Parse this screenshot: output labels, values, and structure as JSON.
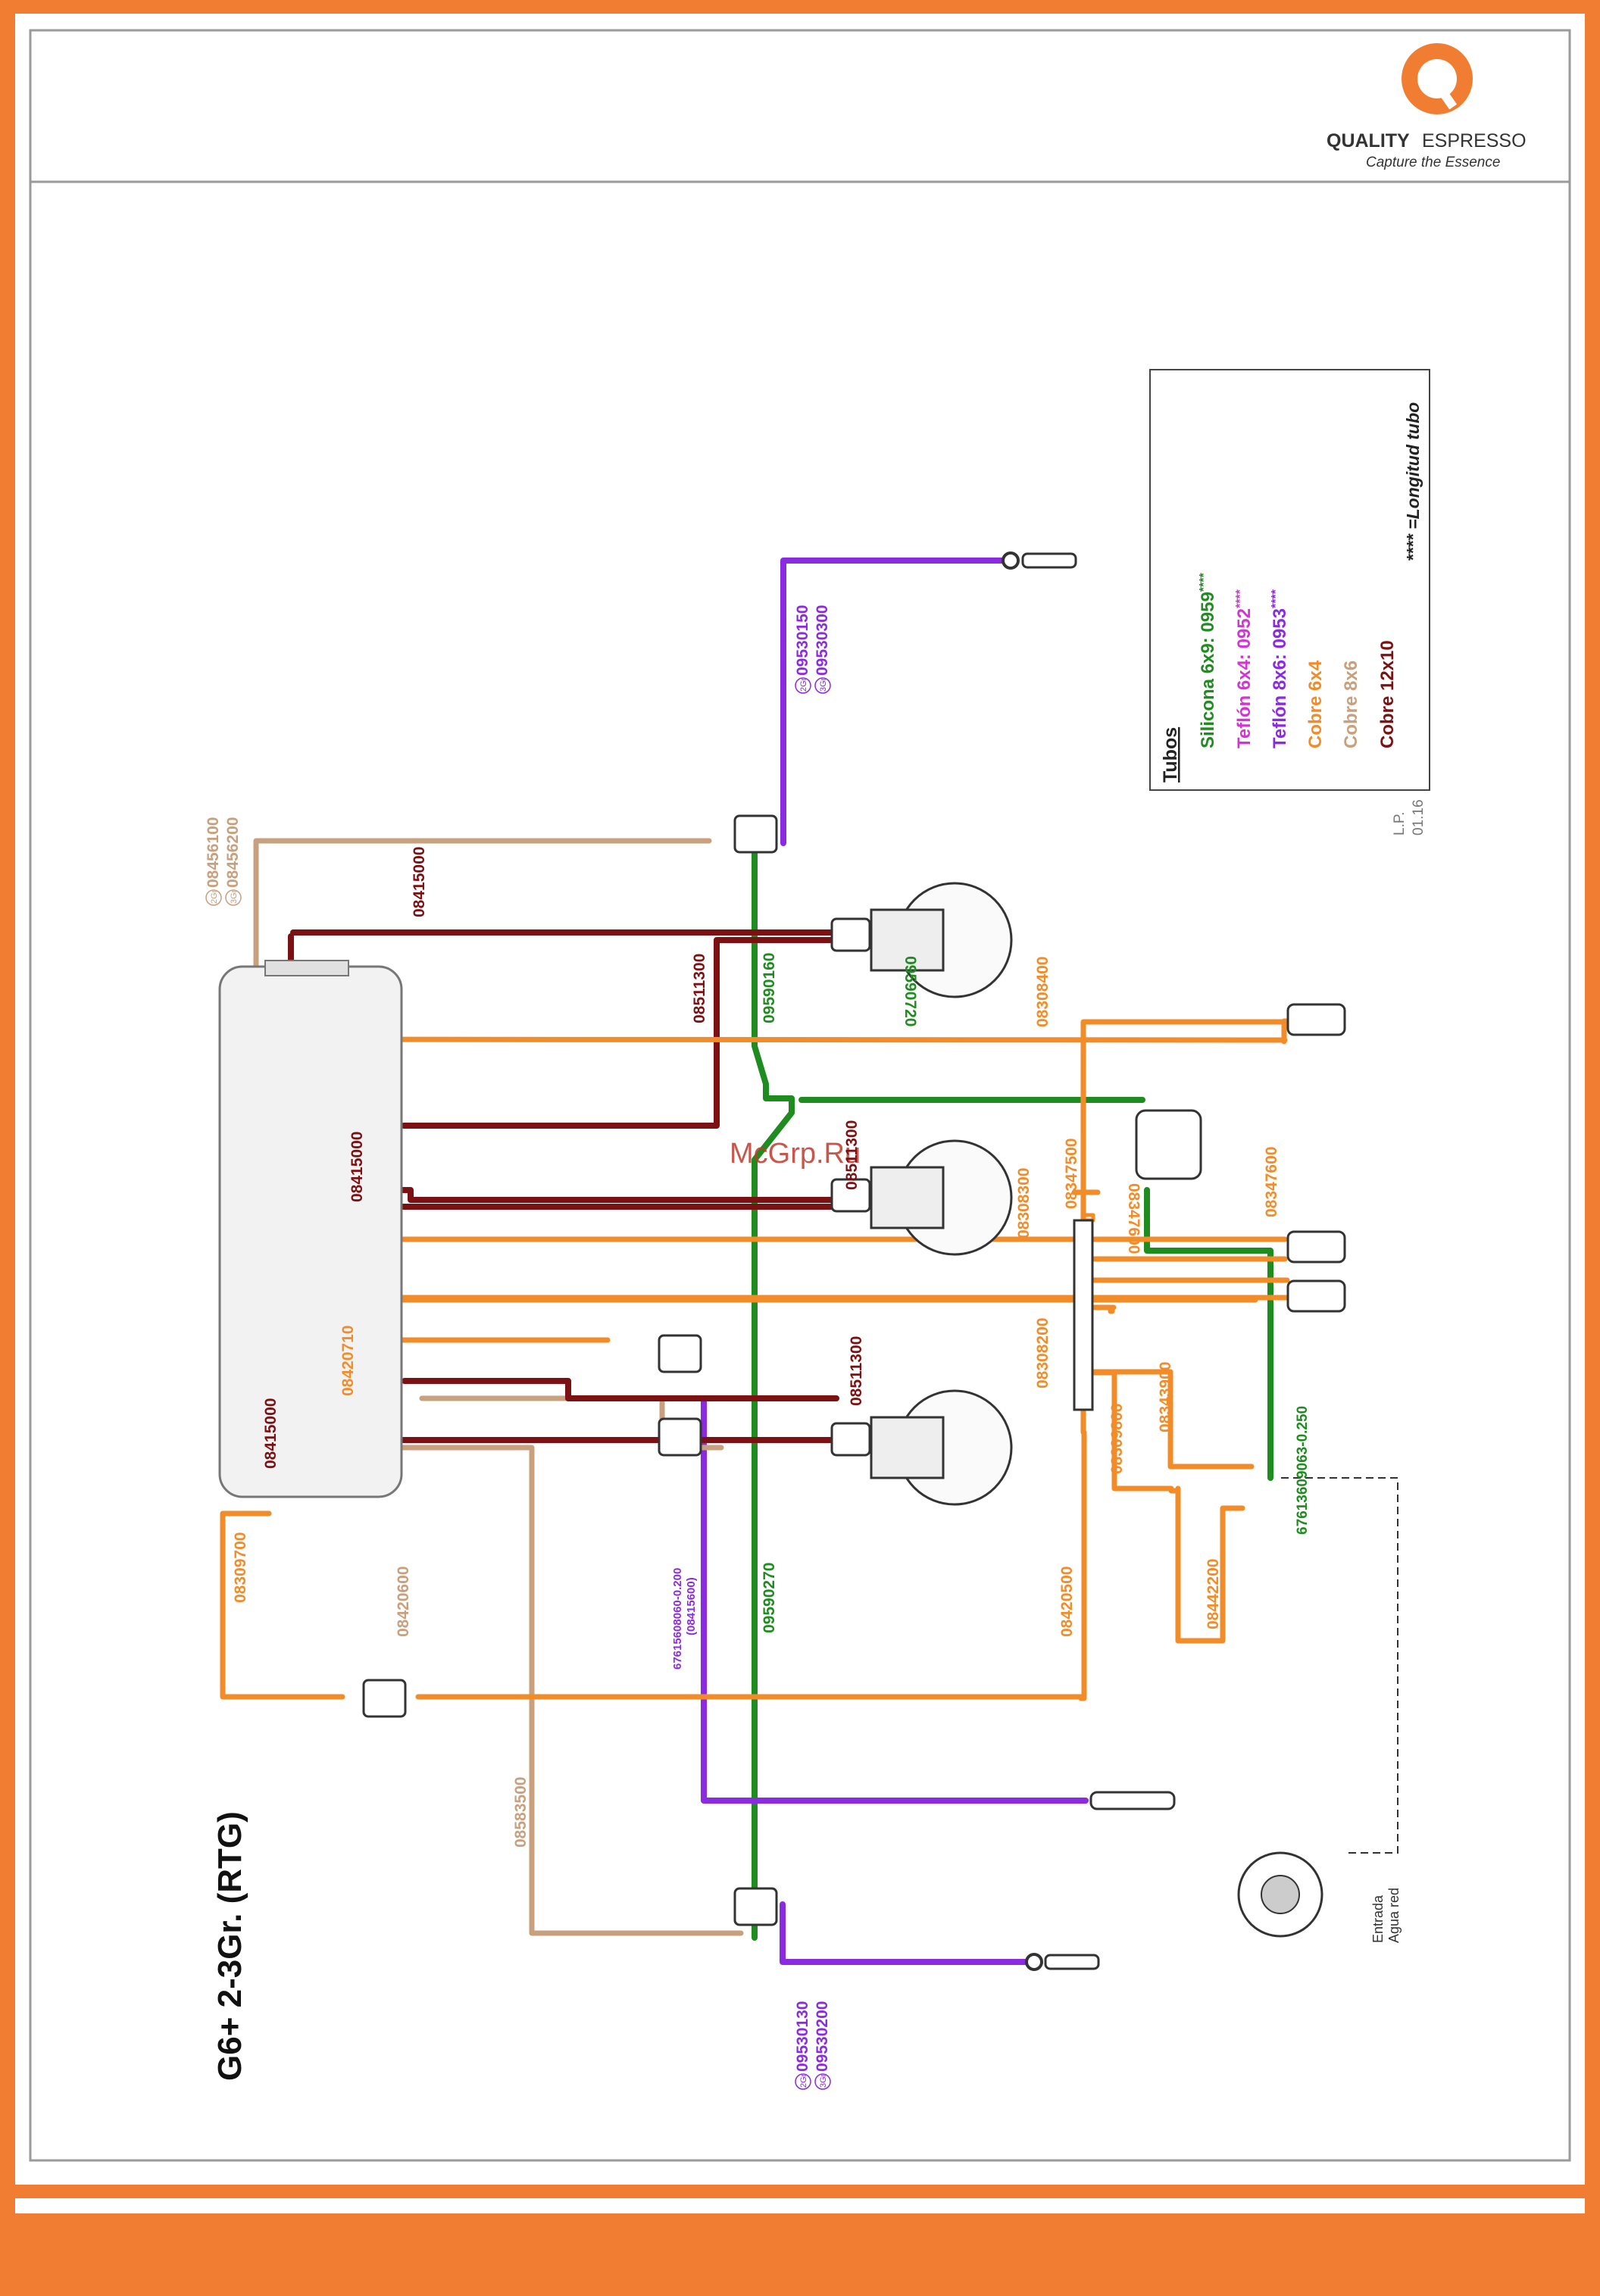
{
  "header": {
    "brand_name": "QUALITY",
    "brand_name_2": "ESPRESSO",
    "tagline": "Capture the Essence"
  },
  "title": "G6+ 2-3Gr. (RTG)",
  "watermark": "McGrp.Ru",
  "legend": {
    "heading": "Tubos",
    "items": [
      {
        "text": "Silicona 6x9: 0959",
        "suffix": "****",
        "color": "#1e8c1e"
      },
      {
        "text": "Teflón 6x4: 0952",
        "suffix": "****",
        "color": "#d633d6"
      },
      {
        "text": "Teflón 8x6: 0953",
        "suffix": "****",
        "color": "#8a2be2"
      },
      {
        "text": "Cobre 6x4",
        "suffix": "",
        "color": "#f28c28"
      },
      {
        "text": "Cobre 8x6",
        "suffix": "",
        "color": "#c8a07e"
      },
      {
        "text": "Cobre 12x10",
        "suffix": "",
        "color": "#7b1113"
      }
    ],
    "footnote": "**** =Longitud tubo",
    "revision_1": "L.P.",
    "revision_2": "01.16"
  },
  "badges": {
    "two": "2Gr",
    "three": "3Gr"
  },
  "labels": {
    "top_purple_1": "09530150",
    "top_purple_2": "09530300",
    "top_tan_1": "08456100",
    "top_tan_2": "08456200",
    "maroon_top": "08415000",
    "maroon_mid1": "08511300",
    "green_top": "09590160",
    "orange_right_top": "08308400",
    "green_horiz": "09590720",
    "orange_mid1": "08347500",
    "maroon_mid2": "08511300",
    "maroon_left_mid": "08415000",
    "orange_mid2": "08308300",
    "orange_right2": "08347600",
    "orange_right3": "08347600",
    "orange_left_boiler": "08420710",
    "maroon_bottom": "08511300",
    "orange_mid3": "08308200",
    "orange_right4": "08343900",
    "green_right": "67613609063-0.250",
    "orange_right5": "08309800",
    "maroon_left_bot": "08415000",
    "orange_bottom_left": "08309700",
    "tan_bottom": "08420600",
    "purple_small_1": "67615608060-0.200",
    "purple_small_2": "(08415600)",
    "green_bottom": "09590270",
    "orange_bottom_mid": "08420500",
    "orange_right6": "08442200",
    "tan_lower": "08583500",
    "bottom_purple_1": "09530130",
    "bottom_purple_2": "09530200",
    "water_inlet_1": "Entrada",
    "water_inlet_2": "Agua red"
  }
}
